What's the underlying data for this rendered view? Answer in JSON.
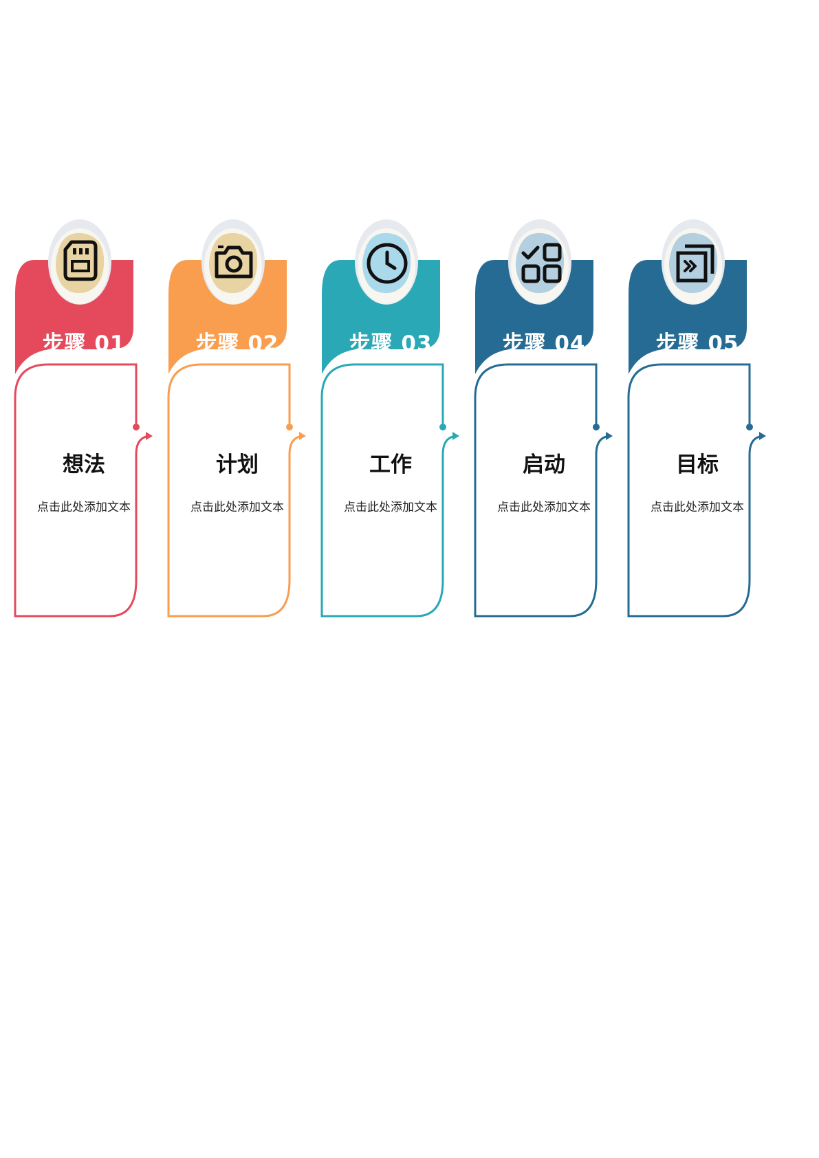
{
  "steps": [
    {
      "label": "步骤 01",
      "title": "想法",
      "desc": "点击此处添加文本",
      "color": "#E54A5C",
      "icon": "sd-card-icon",
      "badge_tint": "#E8D3A3"
    },
    {
      "label": "步骤 02",
      "title": "计划",
      "desc": "点击此处添加文本",
      "color": "#F99D4E",
      "icon": "camera-icon",
      "badge_tint": "#E8D3A3"
    },
    {
      "label": "步骤 03",
      "title": "工作",
      "desc": "点击此处添加文本",
      "color": "#2AA8B6",
      "icon": "clock-icon",
      "badge_tint": "#A9D9EA"
    },
    {
      "label": "步骤 04",
      "title": "启动",
      "desc": "点击此处添加文本",
      "color": "#256B93",
      "icon": "apps-grid-check-icon",
      "badge_tint": "#B3CFE0"
    },
    {
      "label": "步骤 05",
      "title": "目标",
      "desc": "点击此处添加文本",
      "color": "#256B93",
      "icon": "forward-window-icon",
      "badge_tint": "#B3CFE0"
    }
  ]
}
